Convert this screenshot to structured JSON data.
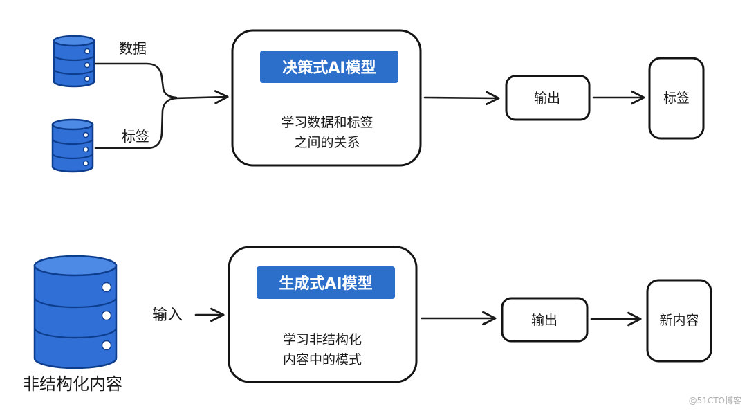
{
  "top": {
    "inputs": [
      {
        "label": "数据"
      },
      {
        "label": "标签"
      }
    ],
    "model_title": "决策式AI模型",
    "model_desc_lines": [
      "学习数据和标签",
      "之间的关系"
    ],
    "output_label": "输出",
    "result_label": "标签"
  },
  "bottom": {
    "source_label": "非结构化内容",
    "input_label": "输入",
    "model_title": "生成式AI模型",
    "model_desc_lines": [
      "学习非结构化",
      "内容中的模式"
    ],
    "output_label": "输出",
    "result_label": "新内容"
  },
  "watermark": "@51CTO博客",
  "colors": {
    "database_fill": "#2f6fd6",
    "database_outline": "#0d3d8c",
    "title_highlight": "#2c6fcb",
    "title_text": "#ffffff",
    "stroke": "#1a1a1a"
  },
  "icons": [
    "database-icon",
    "arrow-right-icon"
  ]
}
